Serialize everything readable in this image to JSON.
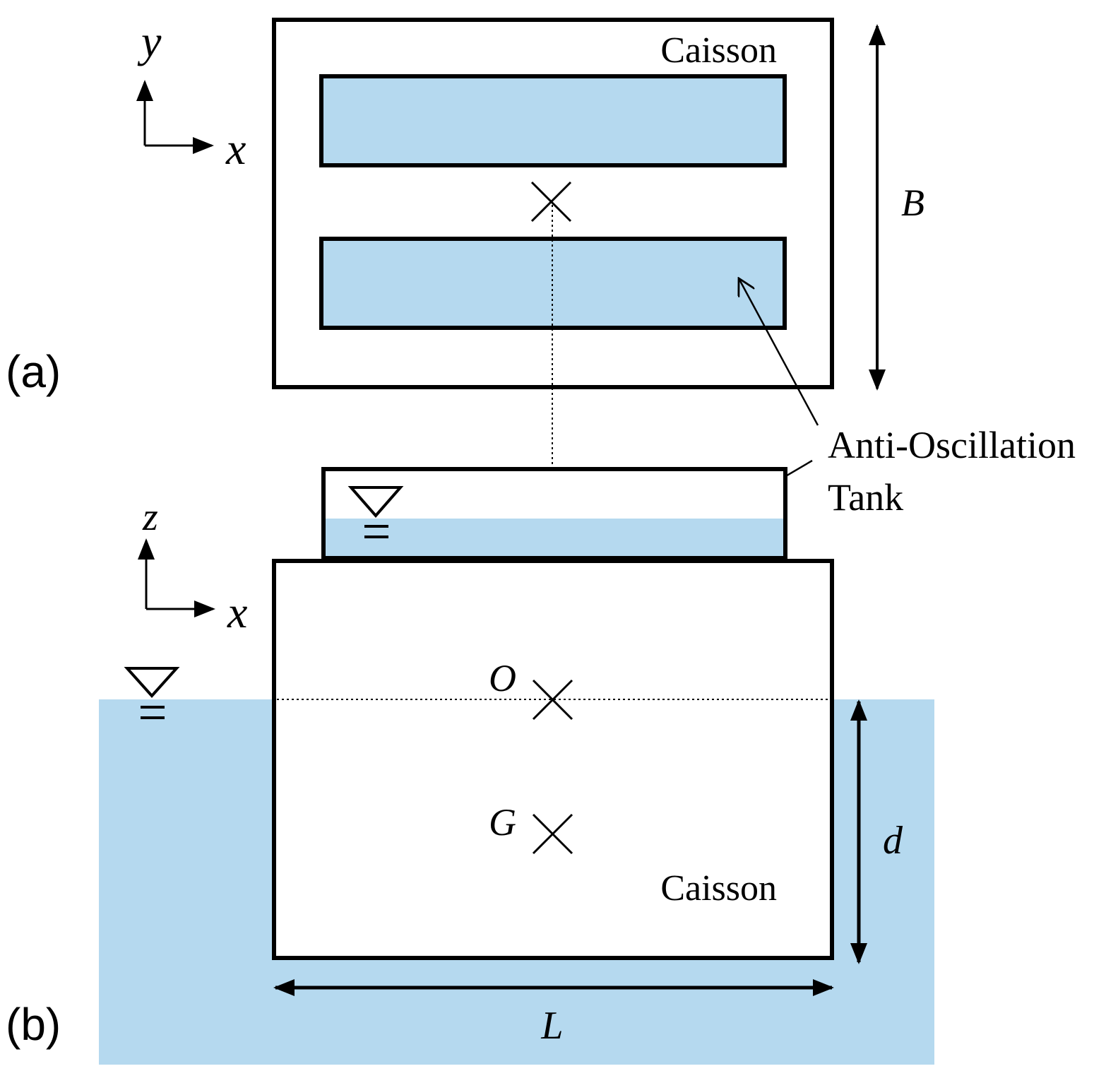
{
  "colors": {
    "water": "#b5d9ef",
    "ink": "#000000",
    "background": "#ffffff"
  },
  "panel_a": {
    "label": "(a)",
    "axis_horizontal": "x",
    "axis_vertical": "y",
    "caisson_label": "Caisson",
    "dimension_label": "B"
  },
  "panel_b": {
    "label": "(b)",
    "axis_horizontal": "x",
    "axis_vertical": "z",
    "caisson_label": "Caisson",
    "origin_label": "O",
    "gravity_label": "G",
    "draft_label": "d",
    "length_label": "L"
  },
  "tank_callout": {
    "line1": "Anti-Oscillation",
    "line2": "Tank"
  },
  "icons": {
    "water_level": "water-level-triangle-icon",
    "center_mark": "cross-mark-icon",
    "axis_arrow": "axis-arrow-icon",
    "dimension_arrow": "double-arrow-icon"
  }
}
